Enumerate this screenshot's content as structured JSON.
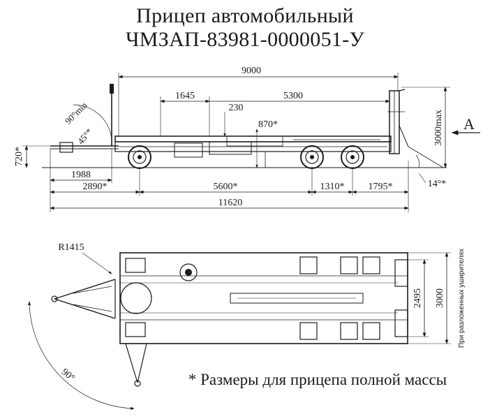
{
  "title": {
    "line1": "Прицеп автомобильный",
    "line2": "ЧМЗАП-83981-0000051-У"
  },
  "side_view": {
    "dims": {
      "overall_deck": "9000",
      "d1645": "1645",
      "d5300": "5300",
      "d230": "230",
      "d870": "870*",
      "d720": "720*",
      "d1988": "1988",
      "d2890": "2890*",
      "d5600": "5600*",
      "d1310": "1310*",
      "d1795": "1795*",
      "overall_length": "11620",
      "height": "3000max",
      "ramp_angle": "14°*",
      "angle_90": "90°min",
      "angle_45": "45°*"
    },
    "view_label": "A"
  },
  "top_view": {
    "dims": {
      "radius": "R1415",
      "w2495": "2495",
      "w3000": "3000",
      "angle_90": "90°"
    },
    "side_note": "При разложенных уширителях"
  },
  "footnote": "* Размеры для прицепа полной массы"
}
